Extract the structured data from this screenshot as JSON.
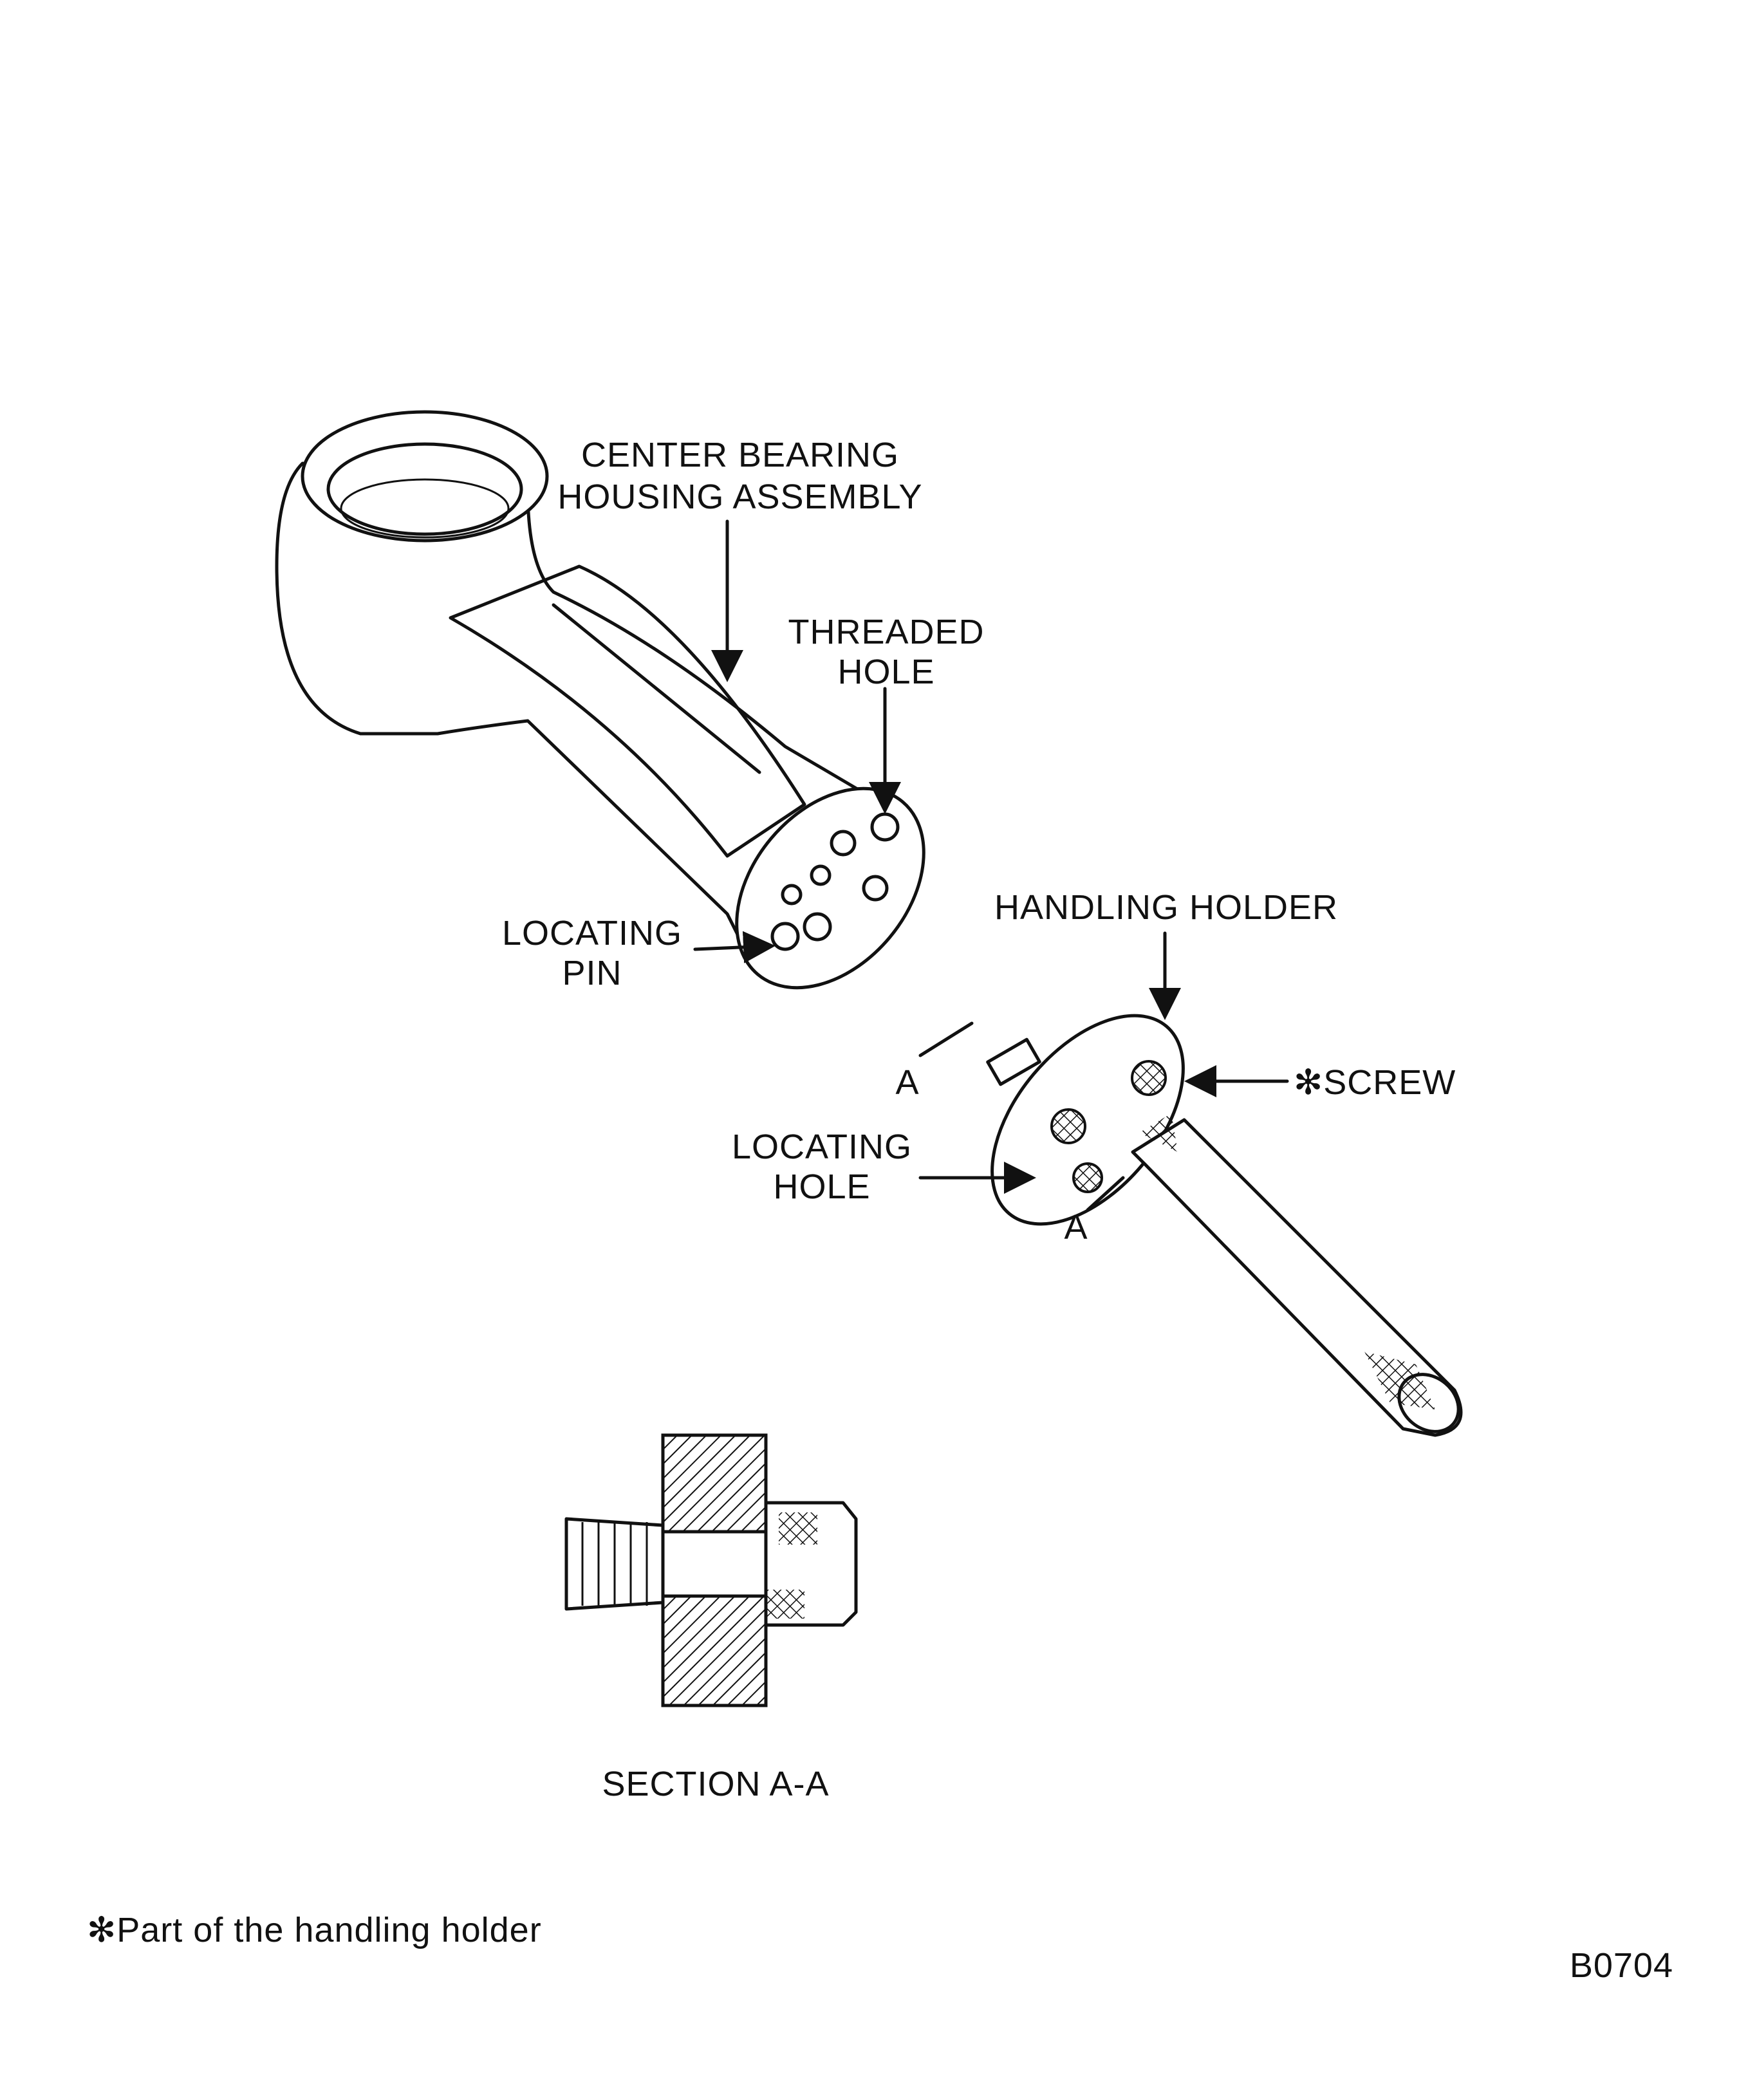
{
  "labels": {
    "center_bearing_line1": "CENTER BEARING",
    "center_bearing_line2": "HOUSING ASSEMBLY",
    "threaded_hole_line1": "THREADED",
    "threaded_hole_line2": "HOLE",
    "locating_pin_line1": "LOCATING",
    "locating_pin_line2": "PIN",
    "handling_holder": "HANDLING HOLDER",
    "section_mark_top": "A",
    "section_mark_bottom": "A",
    "screw": "✻SCREW",
    "locating_hole_line1": "LOCATING",
    "locating_hole_line2": "HOLE",
    "section_title": "SECTION A-A"
  },
  "footnote": "✻Part of the handling holder",
  "figure_id": "B0704"
}
